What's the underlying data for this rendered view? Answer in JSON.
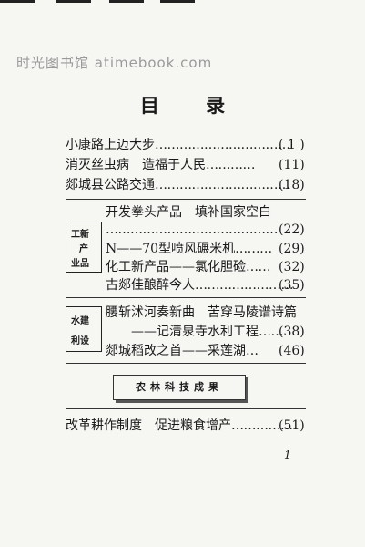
{
  "watermark": "时光图书馆 atimebook.com",
  "title": "目 录",
  "group1": [
    {
      "title": "小康路上迈大步",
      "page": "( 1 )"
    },
    {
      "title": "消灭丝虫病　造福于人民",
      "page": "(11)"
    },
    {
      "title": "郯城县公路交通",
      "page": "(18)"
    }
  ],
  "group2": {
    "tag": [
      "工新",
      "产",
      "业品"
    ],
    "entries": [
      {
        "title": "开发拳头产品　填补国家空白",
        "page": ""
      },
      {
        "title": "",
        "page": "(22)"
      },
      {
        "title": "N——70型喷风碾米机",
        "page": "(29)"
      },
      {
        "title": "化工新产品——氯化胆硷",
        "page": "(32)"
      },
      {
        "title": "古郯佳酿醉今人",
        "page": "(35)"
      }
    ]
  },
  "group3": {
    "tag": [
      "水建",
      "利设"
    ],
    "entries": [
      {
        "title": "腰斩沭河奏新曲　苦穿马陵谱诗篇",
        "page": ""
      },
      {
        "title": "——记清泉寺水利工程",
        "page": "(38)"
      },
      {
        "title": "郯城稻改之首——采莲湖",
        "page": "(46)"
      }
    ]
  },
  "section_banner": "农林科技成果",
  "group4": [
    {
      "title": "改革耕作制度　促进粮食增产",
      "page": "(51)"
    }
  ],
  "page_number": "1"
}
